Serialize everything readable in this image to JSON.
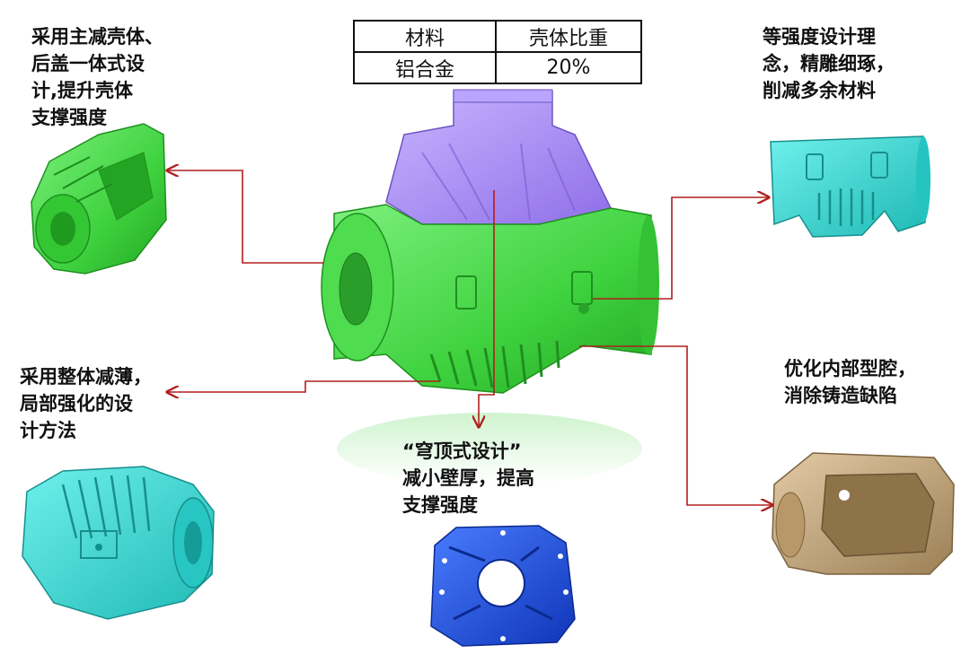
{
  "table": {
    "header": [
      "材料",
      "壳体比重"
    ],
    "row": [
      "铝合金",
      "20%"
    ]
  },
  "captions": {
    "top_left": [
      "采用主减壳体、",
      "后盖一体式设",
      "计,提升壳体",
      "支撑强度"
    ],
    "top_right": [
      "等强度设计理",
      "念，精雕细琢，",
      "削减多余材料"
    ],
    "mid_left": [
      "采用整体减薄，",
      "局部强化的设",
      "计方法"
    ],
    "mid_right": [
      "优化内部型腔，",
      "消除铸造缺陷"
    ],
    "bottom_center": [
      "“穹顶式设计”",
      "减小壁厚，提高",
      "支撑强度"
    ]
  },
  "colors": {
    "arrow": "#b01e1e",
    "main_green": "#3fd23f",
    "main_purple": "#a98cf2",
    "green_part": "#2fc42f",
    "cyan_part": "#2ed3cf",
    "blue_part": "#1a4fe0",
    "bronze_part": "#c2a47c"
  }
}
